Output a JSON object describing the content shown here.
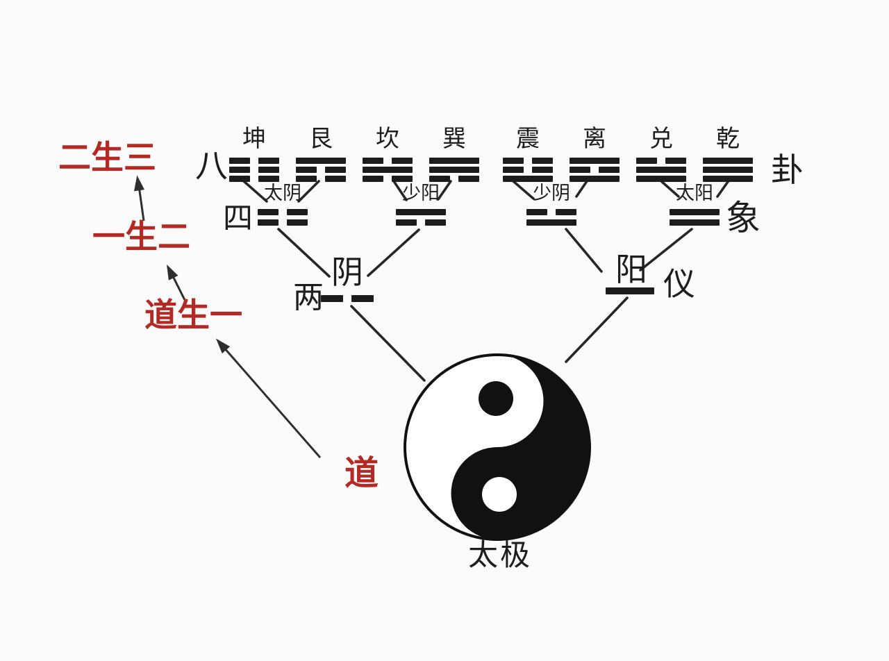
{
  "colors": {
    "background": "#fbfbfc",
    "ink": "#1c1c1c",
    "red": "#b32a24"
  },
  "annotations": {
    "er_sheng_san": "二生三",
    "yi_sheng_er": "一生二",
    "dao_sheng_yi": "道生一",
    "dao": "道"
  },
  "rows": {
    "bagua_left_marker": "八",
    "bagua_right_marker": "卦",
    "sixiang_left_marker": "四",
    "sixiang_right_marker": "象",
    "liangyi_left_marker": "两",
    "liangyi_right_marker": "仪",
    "taiji_label": "太极"
  },
  "trigrams": [
    {
      "name": "坤",
      "lines": [
        0,
        0,
        0
      ]
    },
    {
      "name": "艮",
      "lines": [
        1,
        0,
        0
      ]
    },
    {
      "name": "坎",
      "lines": [
        0,
        1,
        0
      ]
    },
    {
      "name": "巽",
      "lines": [
        1,
        1,
        0
      ]
    },
    {
      "name": "震",
      "lines": [
        0,
        0,
        1
      ]
    },
    {
      "name": "离",
      "lines": [
        1,
        0,
        1
      ]
    },
    {
      "name": "兑",
      "lines": [
        0,
        1,
        1
      ]
    },
    {
      "name": "乾",
      "lines": [
        1,
        1,
        1
      ]
    }
  ],
  "four_images": [
    {
      "name": "太阴",
      "lines": [
        0,
        0
      ]
    },
    {
      "name": "少阳",
      "lines": [
        1,
        0
      ]
    },
    {
      "name": "少阴",
      "lines": [
        0,
        1
      ]
    },
    {
      "name": "太阳",
      "lines": [
        1,
        1
      ]
    }
  ],
  "liangyi_forms": [
    {
      "name": "阴",
      "lines": [
        0
      ]
    },
    {
      "name": "阳",
      "lines": [
        1
      ]
    }
  ]
}
